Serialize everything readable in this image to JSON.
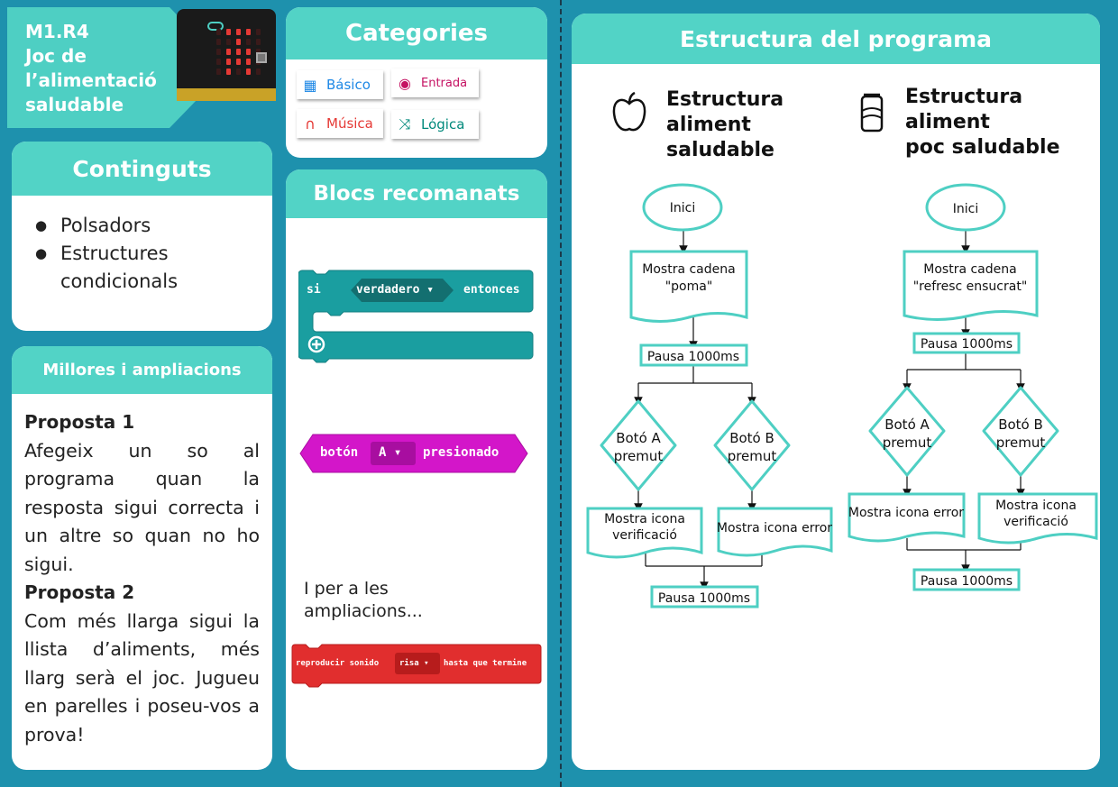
{
  "title": {
    "line1": "M1.R4",
    "line2": "Joc de",
    "line3": "l’alimentació",
    "line4": "saludable"
  },
  "continguts": {
    "heading": "Continguts",
    "items": [
      "Polsadors",
      "Estructures",
      "condicionals"
    ]
  },
  "millores": {
    "heading": "Millores i ampliacions",
    "proposta1_title": "Proposta 1",
    "proposta1_text": "Afegeix un so al programa quan la resposta sigui correcta i un altre so quan no ho sigui.",
    "proposta2_title": "Proposta 2",
    "proposta2_text": "Com més llarga sigui la llista d’aliments, més llarg serà el joc. Jugueu en parelles i poseu-vos a prova!"
  },
  "categories": {
    "heading": "Categories",
    "items": [
      {
        "label": "Básico",
        "icon": "grid-icon",
        "color": "#1e88e5"
      },
      {
        "label": "Entrada",
        "icon": "target-icon",
        "color": "#c51162"
      },
      {
        "label": "Música",
        "icon": "headphones-icon",
        "color": "#e53935"
      },
      {
        "label": "Lógica",
        "icon": "shuffle-icon",
        "color": "#00897b"
      }
    ]
  },
  "blocs": {
    "heading": "Blocs recomanats",
    "if_block": {
      "si": "si",
      "cond": "verdadero ▾",
      "then": "entonces",
      "color": "#1a9ea0"
    },
    "button_block": {
      "pre": "botón",
      "btn": "A ▾",
      "post": "presionado",
      "color": "#d316c9"
    },
    "ampliacions_text": "I per a les ampliacions...",
    "sound_block": {
      "pre": "reproducir sonido",
      "sound": "risa ▾",
      "post": "hasta que termine",
      "color": "#e12e2e"
    }
  },
  "estructura": {
    "heading": "Estructura del programa",
    "healthy": {
      "title": [
        "Estructura",
        "aliment",
        "saludable"
      ],
      "icon": "apple-icon",
      "start": "Inici",
      "show_line1": "Mostra cadena",
      "show_line2": "\"poma\"",
      "pause1": "Pausa 1000ms",
      "btnA": [
        "Botó A",
        "premut"
      ],
      "btnB": [
        "Botó B",
        "premut"
      ],
      "resA": [
        "Mostra icona",
        "verificació"
      ],
      "resB": "Mostra icona error",
      "pause2": "Pausa 1000ms"
    },
    "unhealthy": {
      "title": [
        "Estructura",
        "aliment",
        "poc saludable"
      ],
      "icon": "can-icon",
      "start": "Inici",
      "show_line1": "Mostra cadena",
      "show_line2": "\"refresc ensucrat\"",
      "pause1": "Pausa 1000ms",
      "btnA": [
        "Botó A",
        "premut"
      ],
      "btnB": [
        "Botó B",
        "premut"
      ],
      "resA": "Mostra icona error",
      "resB": [
        "Mostra icona",
        "verificació"
      ],
      "pause2": "Pausa 1000ms"
    }
  }
}
